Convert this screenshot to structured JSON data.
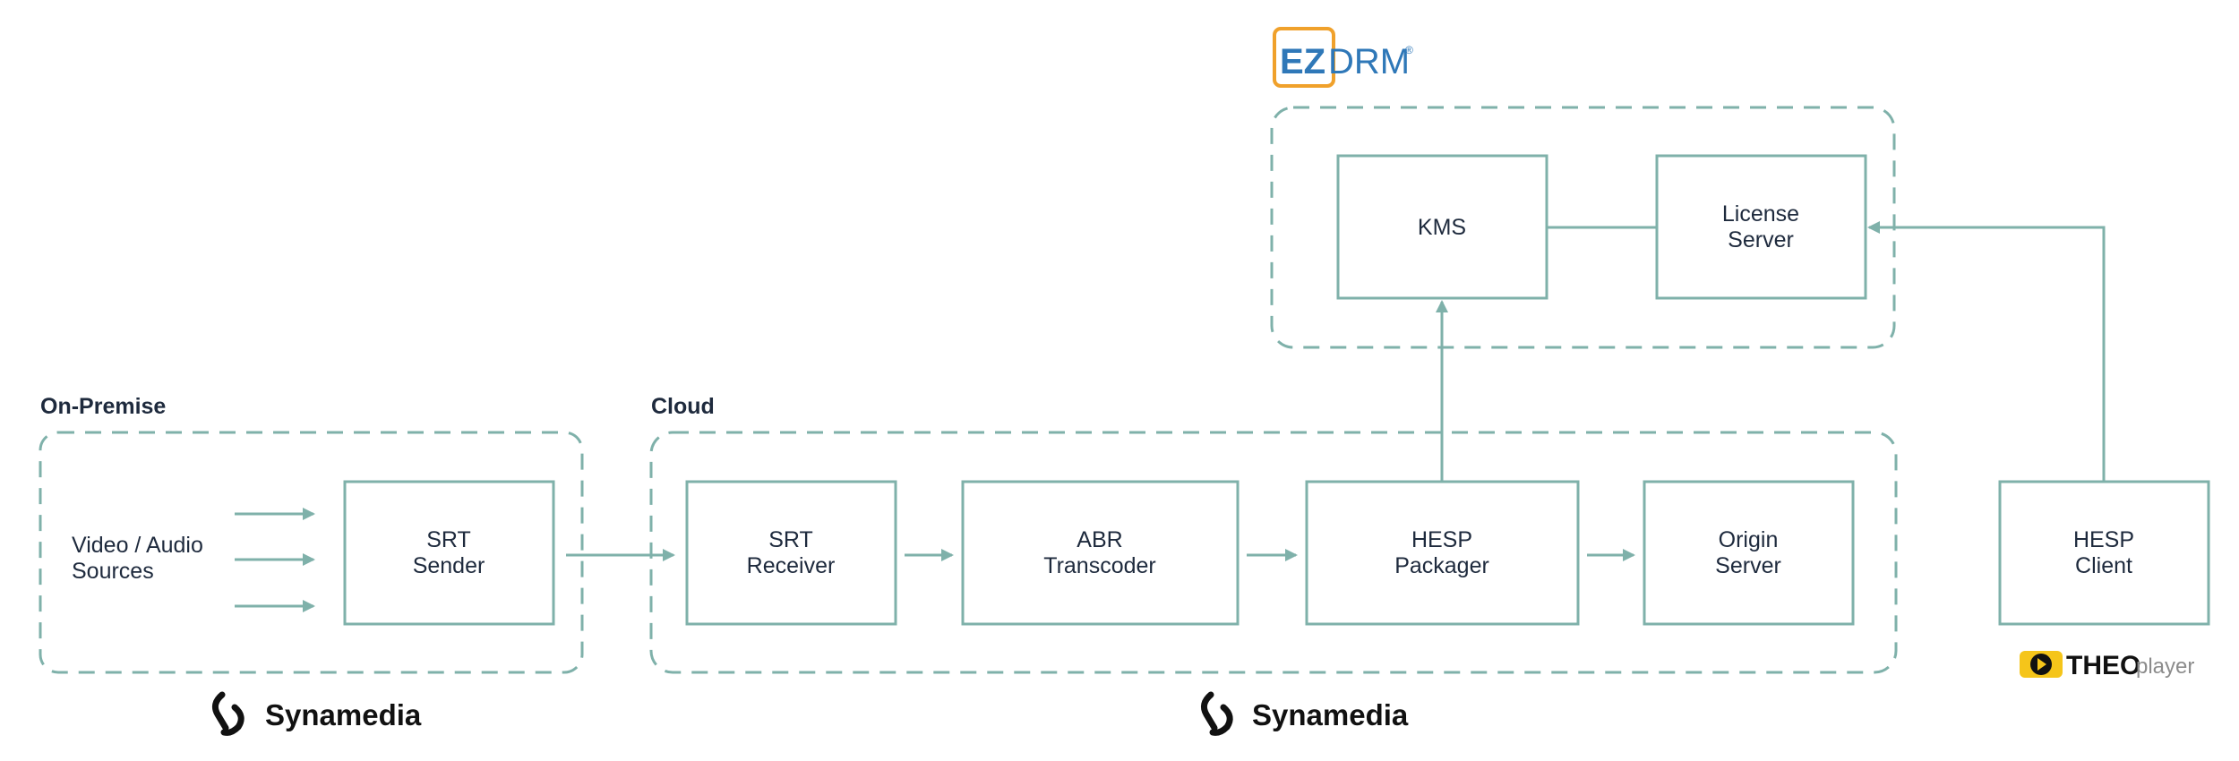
{
  "groups": {
    "on_premise": "On-Premise",
    "cloud": "Cloud"
  },
  "sources": {
    "line1": "Video / Audio",
    "line2": "Sources"
  },
  "nodes": {
    "srt_sender": [
      "SRT",
      "Sender"
    ],
    "srt_receiver": [
      "SRT",
      "Receiver"
    ],
    "abr_transcoder": [
      "ABR",
      "Transcoder"
    ],
    "hesp_packager": [
      "HESP",
      "Packager"
    ],
    "origin_server": [
      "Origin",
      "Server"
    ],
    "kms": [
      "KMS"
    ],
    "license_server": [
      "License",
      "Server"
    ],
    "hesp_client": [
      "HESP",
      "Client"
    ]
  },
  "logos": {
    "synamedia_left": "Synamedia",
    "synamedia_right": "Synamedia",
    "ezdrm_ez": "EZ",
    "ezdrm_drm": "DRM",
    "ezdrm_reg": "®",
    "theo_bold": "THEO",
    "theo_light": "player"
  },
  "colors": {
    "teal": "#7fb1aa",
    "text": "#1e2a3d",
    "ezdrm_orange": "#f0a12b",
    "ezdrm_blue": "#2f78b8",
    "theo_yellow": "#f5c51a"
  }
}
